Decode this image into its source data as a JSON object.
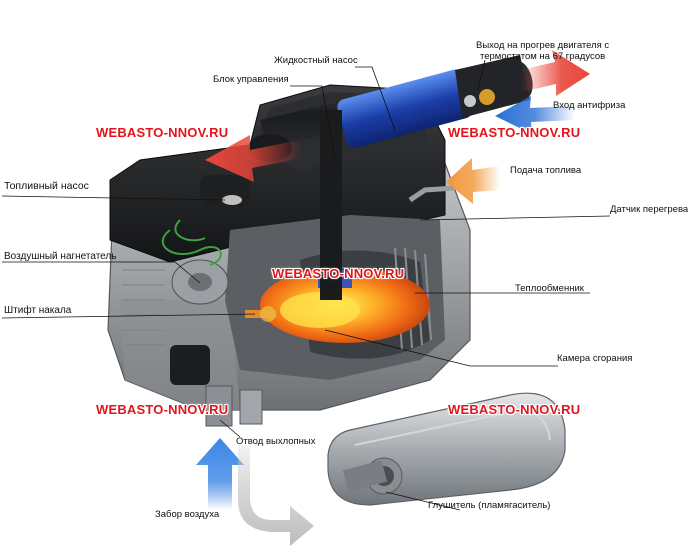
{
  "labels": {
    "outlet": "Выход на прогрев двигателя с\nтермостатом на 67 градусов",
    "coolant_in": "Вход антифриза",
    "water_pump": "Жидкостный насос",
    "control_unit": "Блок управления",
    "fuel_supply": "Подача топлива",
    "fuel_pump": "Топливный насос",
    "overheat_sensor": "Датчик перегрева",
    "air_blower": "Воздушный нагнетатель",
    "heat_exchanger": "Теплообменник",
    "glow_pin": "Штифт накала",
    "combustion_chamber": "Камера сгорания",
    "exhaust_outlet": "Отвод выхлопных",
    "air_intake": "Забор воздуха",
    "muffler": "Глушитель (пламягаситель)"
  },
  "watermarks": {
    "text": "WEBASTO-NNOV.RU"
  },
  "colors": {
    "hot_arrow": "#e8463a",
    "cold_arrow": "#2a6fd6",
    "fuel_arrow": "#f19a3e",
    "watermark": "#e0151d"
  }
}
